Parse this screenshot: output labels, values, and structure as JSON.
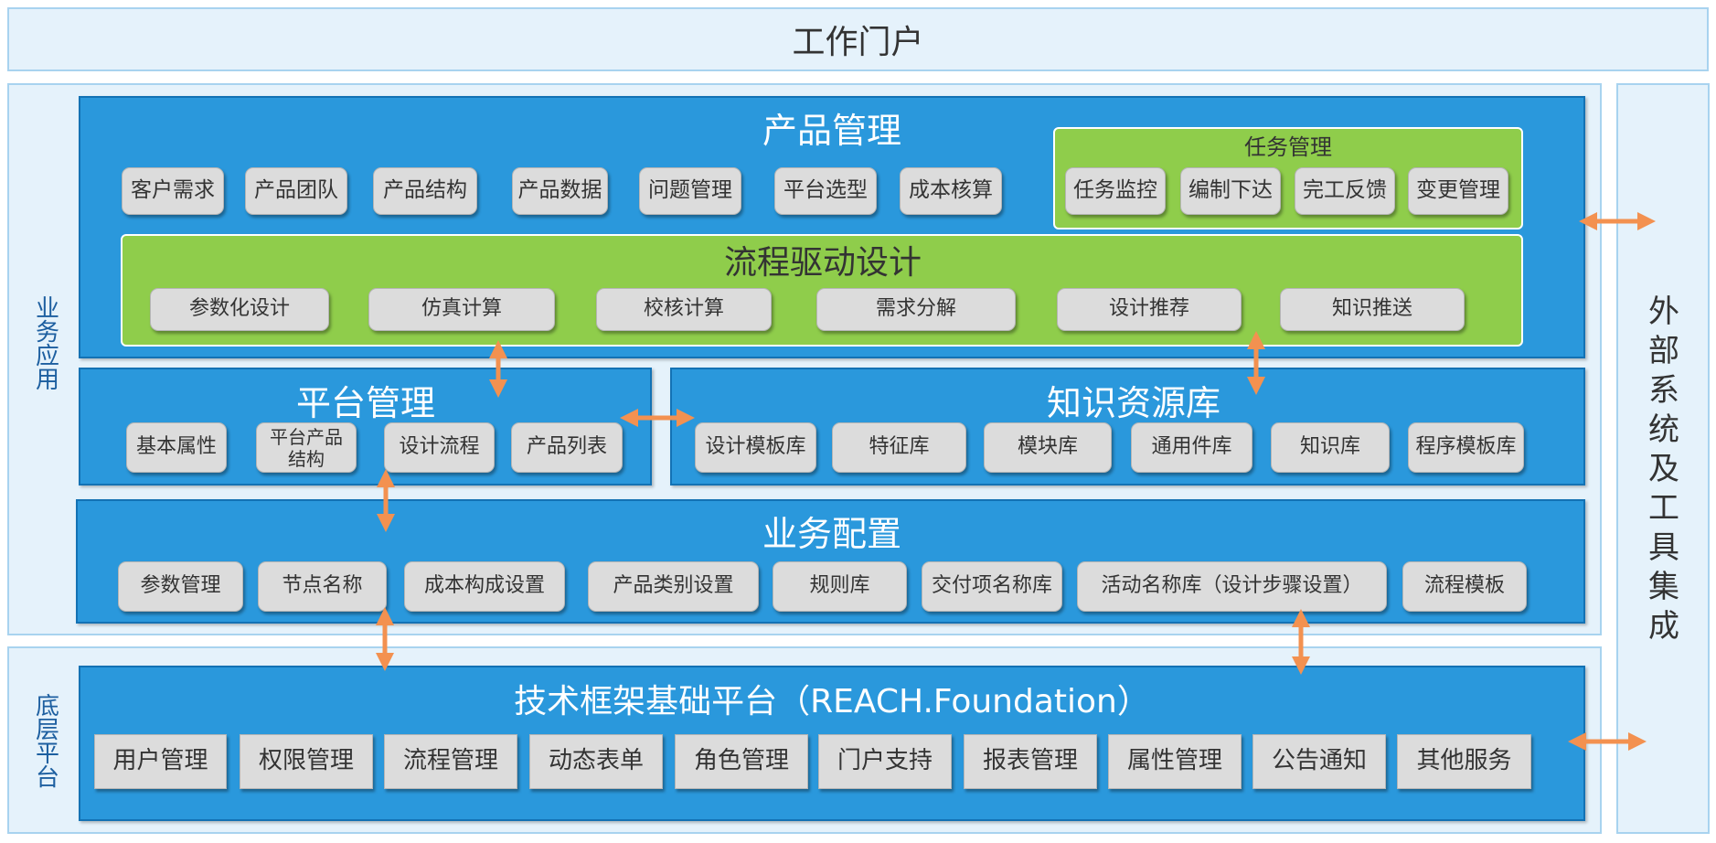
{
  "portal": "工作门户",
  "biz_app_label": "业务应用",
  "base_label": "底层平台",
  "external_label": "外部系统及工具集成",
  "product": {
    "title": "产品管理",
    "items": [
      "客户需求",
      "产品团队",
      "产品结构",
      "产品数据",
      "问题管理",
      "平台选型",
      "成本核算"
    ]
  },
  "task": {
    "title": "任务管理",
    "items": [
      "任务监控",
      "编制下达",
      "完工反馈",
      "变更管理"
    ]
  },
  "flow": {
    "title": "流程驱动设计",
    "items": [
      "参数化设计",
      "仿真计算",
      "校核计算",
      "需求分解",
      "设计推荐",
      "知识推送"
    ]
  },
  "platform": {
    "title": "平台管理",
    "items": [
      "基本属性",
      "平台产品\n结构",
      "设计流程",
      "产品列表"
    ]
  },
  "knowledge": {
    "title": "知识资源库",
    "items": [
      "设计模板库",
      "特征库",
      "模块库",
      "通用件库",
      "知识库",
      "程序模板库"
    ]
  },
  "config": {
    "title": "业务配置",
    "items": [
      "参数管理",
      "节点名称",
      "成本构成设置",
      "产品类别设置",
      "规则库",
      "交付项名称库",
      "活动名称库（设计步骤设置）",
      "流程模板"
    ]
  },
  "foundation": {
    "title": "技术框架基础平台（REACH.Foundation）",
    "items": [
      "用户管理",
      "权限管理",
      "流程管理",
      "动态表单",
      "角色管理",
      "门户支持",
      "报表管理",
      "属性管理",
      "公告通知",
      "其他服务"
    ]
  },
  "colors": {
    "module_blue": "#2a98dc",
    "design_green": "#8fcd4b",
    "button_gray": "#dcdcdc",
    "arrow_orange": "#f39150",
    "layer_pale": "#e5f2fb"
  }
}
